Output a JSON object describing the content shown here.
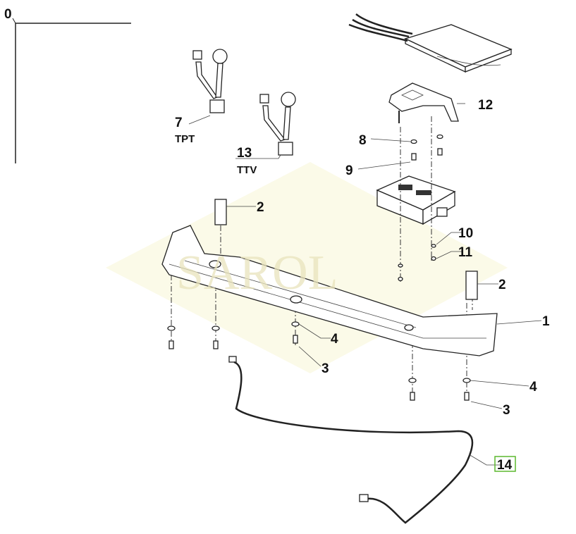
{
  "diagram": {
    "watermark": "SAROL",
    "highlight_color": "#5cb82e",
    "callouts": [
      {
        "id": "0",
        "label": "0"
      },
      {
        "id": "7",
        "label": "7",
        "sub": "TPT"
      },
      {
        "id": "13",
        "label": "13",
        "sub": "TTV"
      },
      {
        "id": "12",
        "label": "12"
      },
      {
        "id": "8",
        "label": "8"
      },
      {
        "id": "9",
        "label": "9"
      },
      {
        "id": "2a",
        "label": "2"
      },
      {
        "id": "10",
        "label": "10"
      },
      {
        "id": "11",
        "label": "11"
      },
      {
        "id": "2b",
        "label": "2"
      },
      {
        "id": "1",
        "label": "1"
      },
      {
        "id": "4a",
        "label": "4"
      },
      {
        "id": "3a",
        "label": "3"
      },
      {
        "id": "4b",
        "label": "4"
      },
      {
        "id": "3b",
        "label": "3"
      },
      {
        "id": "14",
        "label": "14",
        "highlighted": true
      }
    ]
  }
}
